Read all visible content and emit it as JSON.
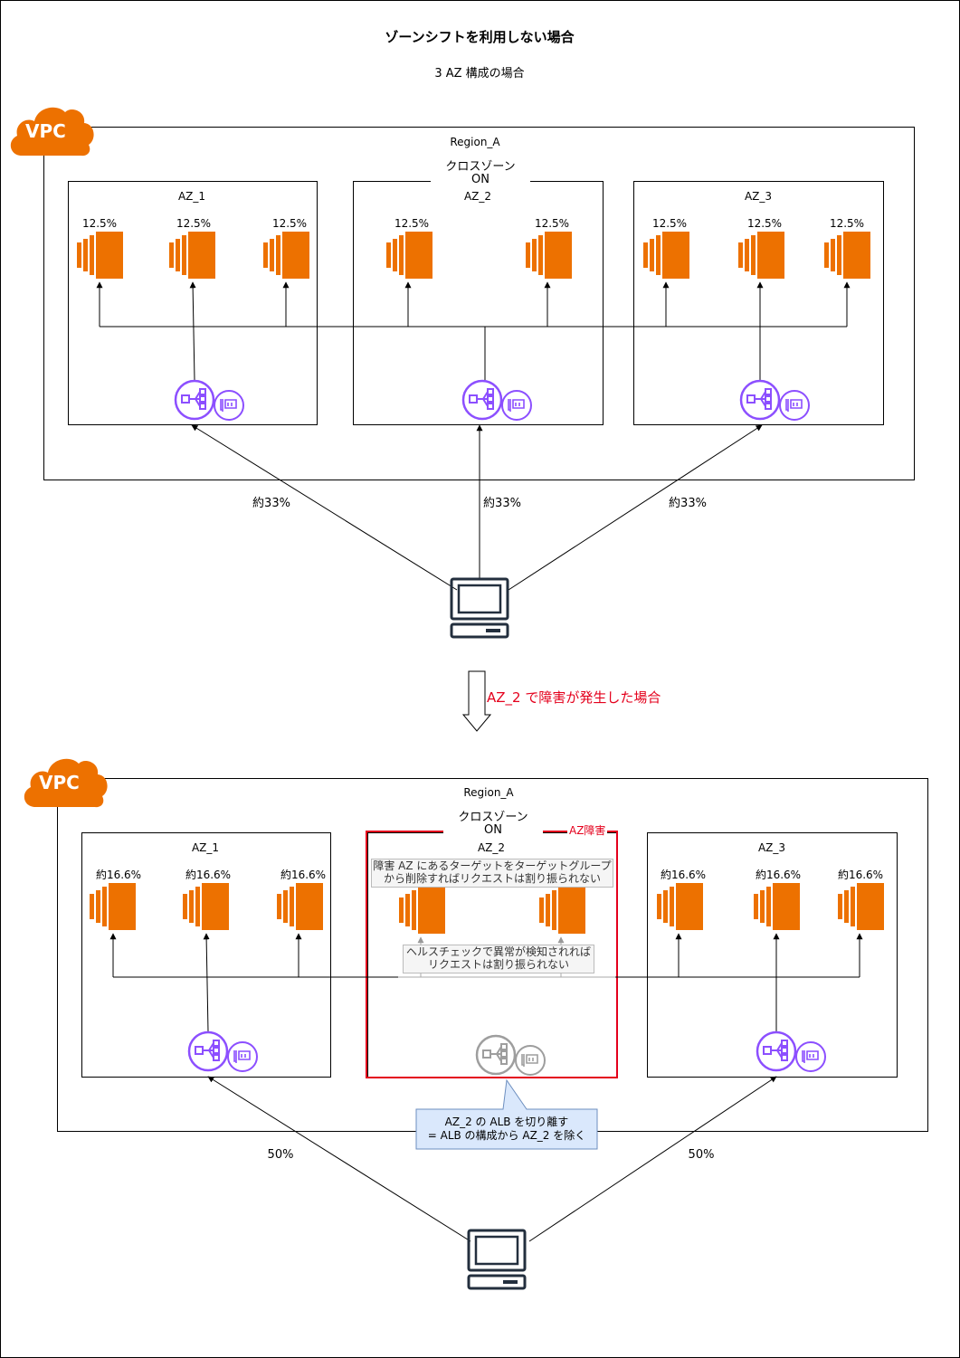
{
  "title": "ゾーンシフトを利用しない場合",
  "subtitle": "3 AZ 構成の場合",
  "vpc_label": "VPC",
  "transition_label": "AZ_2 で障害が発生した場合",
  "top": {
    "region_label": "Region_A",
    "cross_zone": [
      "クロスゾーン",
      "ON"
    ],
    "azs": [
      {
        "name": "AZ_1",
        "instances": [
          "12.5%",
          "12.5%",
          "12.5%"
        ]
      },
      {
        "name": "AZ_2",
        "instances": [
          "12.5%",
          "12.5%"
        ]
      },
      {
        "name": "AZ_3",
        "instances": [
          "12.5%",
          "12.5%",
          "12.5%"
        ]
      }
    ],
    "traffic": [
      "約33%",
      "約33%",
      "約33%"
    ]
  },
  "bottom": {
    "region_label": "Region_A",
    "cross_zone": [
      "クロスゾーン",
      "ON"
    ],
    "failure_label": "AZ障害",
    "azs": [
      {
        "name": "AZ_1",
        "instances": [
          "約16.6%",
          "約16.6%",
          "約16.6%"
        ]
      },
      {
        "name": "AZ_2",
        "instances": []
      },
      {
        "name": "AZ_3",
        "instances": [
          "約16.6%",
          "約16.6%",
          "約16.6%"
        ]
      }
    ],
    "note_target_group": [
      "障害 AZ にあるターゲットをターゲットグループ",
      "から削除すればリクエストは割り振られない"
    ],
    "note_health_check": [
      "ヘルスチェックで異常が検知されれば",
      "リクエストは割り振られない"
    ],
    "callout": [
      "AZ_2 の ALB を切り離す",
      "= ALB の構成から AZ_2 を除く"
    ],
    "traffic": [
      "50%",
      "50%"
    ]
  },
  "colors": {
    "ec2_orange": "#ed7100",
    "elb_purple": "#8c4fff",
    "disabled_gray": "#9e9e9e",
    "failure_red": "#e4001c",
    "callout_blue": "#dae8fc"
  }
}
